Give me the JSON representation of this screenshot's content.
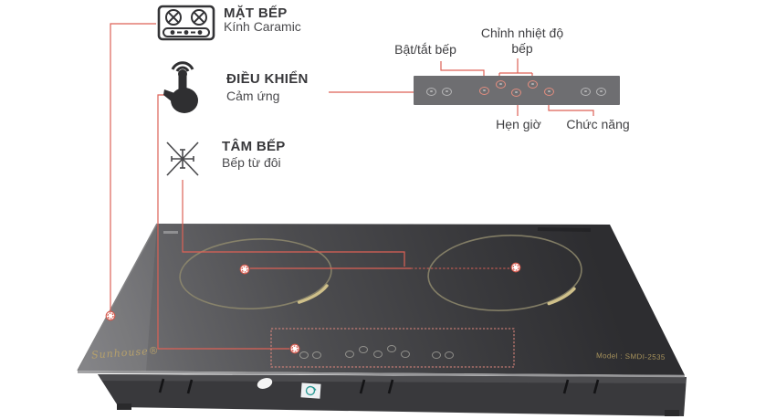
{
  "features": [
    {
      "title": "MẶT BẾP",
      "subtitle": "Kính Caramic",
      "icon": "stove-icon"
    },
    {
      "title": "ĐIỀU KHIỂN",
      "subtitle": "Cảm ứng",
      "icon": "touch-icon"
    },
    {
      "title": "TÂM BẾP",
      "subtitle": "Bếp từ đôi",
      "icon": "burner-center-icon"
    }
  ],
  "control_panel": {
    "labels": {
      "power": "Bật/tắt bếp",
      "temperature": "Chỉnh nhiệt độ bếp",
      "timer": "Hẹn giờ",
      "function": "Chức năng"
    },
    "button_icons": [
      "zone-indicator-icon",
      "zone-indicator-icon",
      "power-icon",
      "temp-down-icon",
      "temp-up-icon",
      "timer-icon",
      "function-icon",
      "zone-indicator-icon",
      "zone-indicator-icon"
    ]
  },
  "cooktop": {
    "brand": "Sunhouse®",
    "model_label": "Model : SMDI-2535"
  },
  "colors": {
    "connector_red": "#dd6156",
    "panel_gray": "#6e6e71",
    "accent_gold": "#b6a06c",
    "glass_dark": "#2d2d30"
  }
}
